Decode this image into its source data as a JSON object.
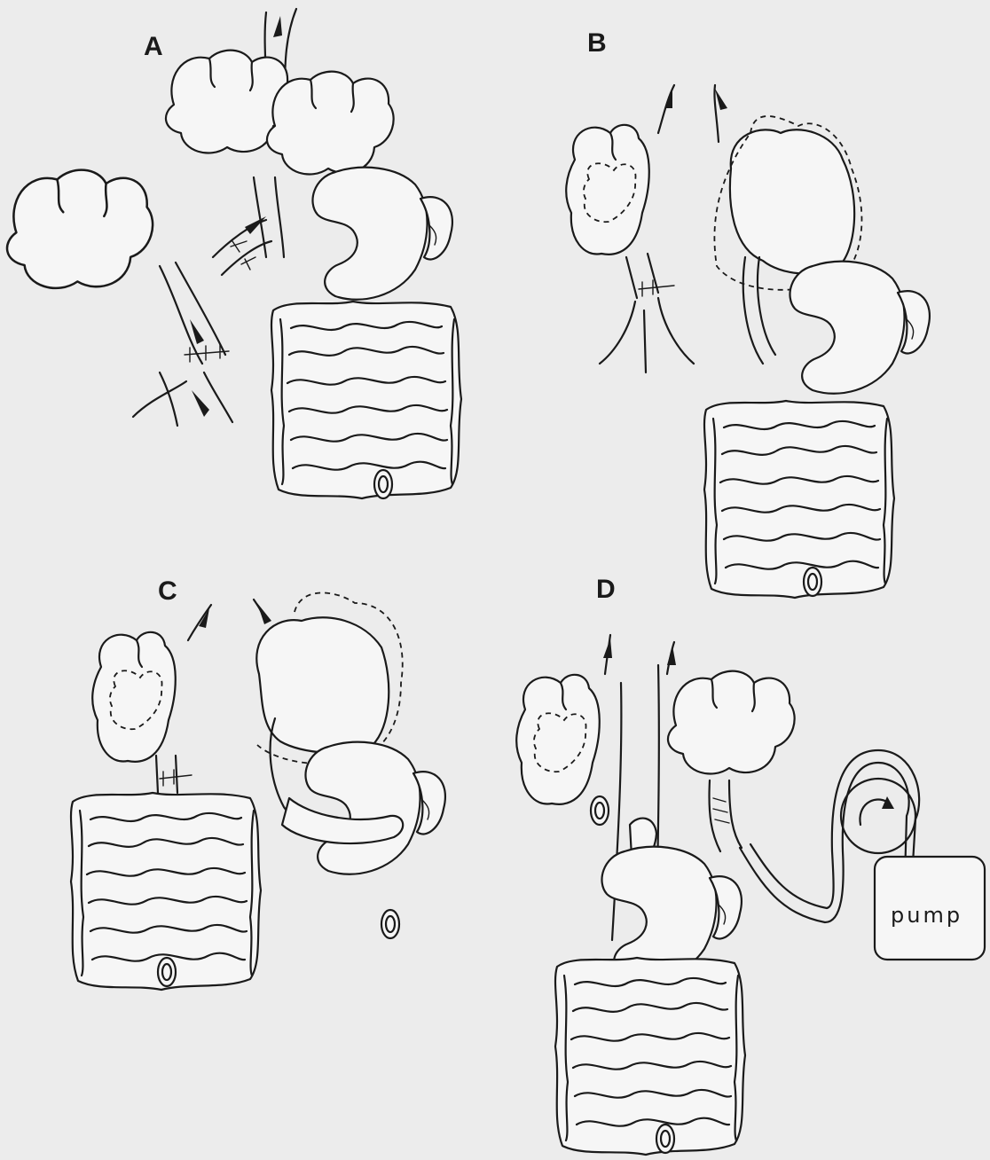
{
  "panels": [
    {
      "id": "A",
      "label": "A"
    },
    {
      "id": "B",
      "label": "B"
    },
    {
      "id": "C",
      "label": "C"
    },
    {
      "id": "D",
      "label": "D"
    }
  ],
  "pump": {
    "label": "pump"
  },
  "colors": {
    "background": "#ececec",
    "ink": "#1a1a1a",
    "fill": "#f6f6f6"
  }
}
